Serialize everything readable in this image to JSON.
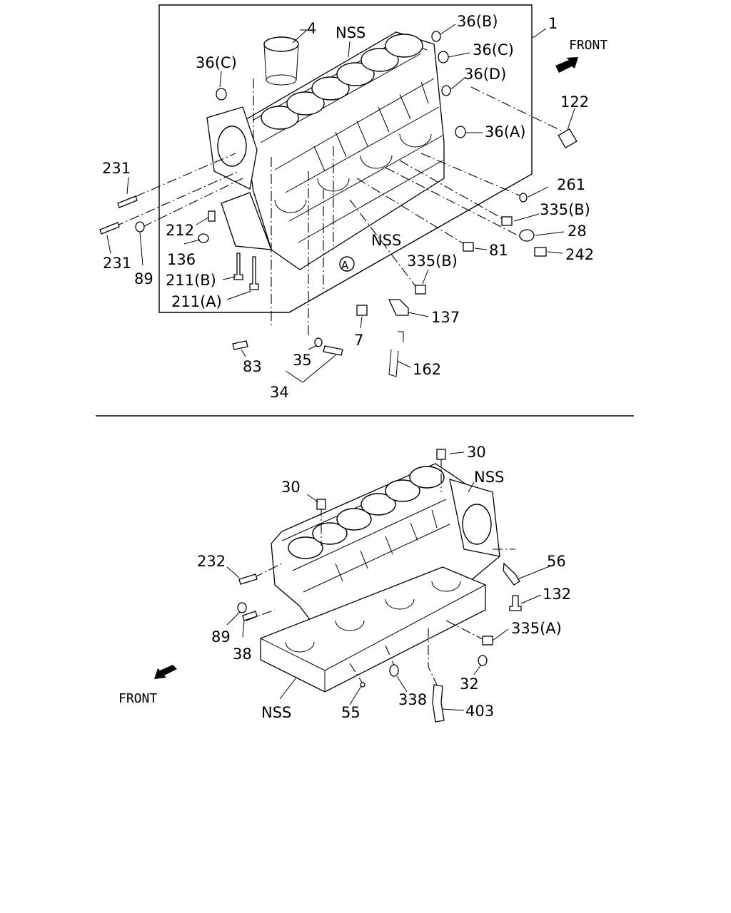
{
  "upper": {
    "front": "FRONT",
    "circled": "A",
    "labels": {
      "l1": "1",
      "l4": "4",
      "nss1": "NSS",
      "nss2": "NSS",
      "l36b": "36(B)",
      "l36c_r": "36(C)",
      "l36c_l": "36(C)",
      "l36d": "36(D)",
      "l36a": "36(A)",
      "l122": "122",
      "l231a": "231",
      "l231b": "231",
      "l212": "212",
      "l136": "136",
      "l89": "89",
      "l211b": "211(B)",
      "l211a": "211(A)",
      "l261": "261",
      "l335b1": "335(B)",
      "l28": "28",
      "l81": "81",
      "l242": "242",
      "l335b2": "335(B)",
      "l137": "137",
      "l7": "7",
      "l162": "162",
      "l83": "83",
      "l35": "35",
      "l34": "34"
    }
  },
  "lower": {
    "front": "FRONT",
    "labels": {
      "l30a": "30",
      "l30b": "30",
      "nss3": "NSS",
      "nss4": "NSS",
      "l232": "232",
      "l56": "56",
      "l132": "132",
      "l89": "89",
      "l38": "38",
      "l335a": "335(A)",
      "l32": "32",
      "l338": "338",
      "l55": "55",
      "l403": "403"
    }
  }
}
